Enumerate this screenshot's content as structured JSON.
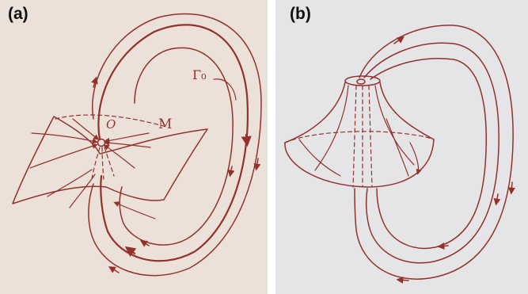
{
  "panel_a": {
    "label": "(a)",
    "point_label": "O",
    "manifold_label": "M",
    "orbit_label": "Γ₀"
  },
  "panel_b": {
    "label": "(b)"
  },
  "colors": {
    "ink": "#93312b",
    "paper_a": "#ebe1d8",
    "paper_b": "#e5e5e8",
    "label": "#111111"
  }
}
